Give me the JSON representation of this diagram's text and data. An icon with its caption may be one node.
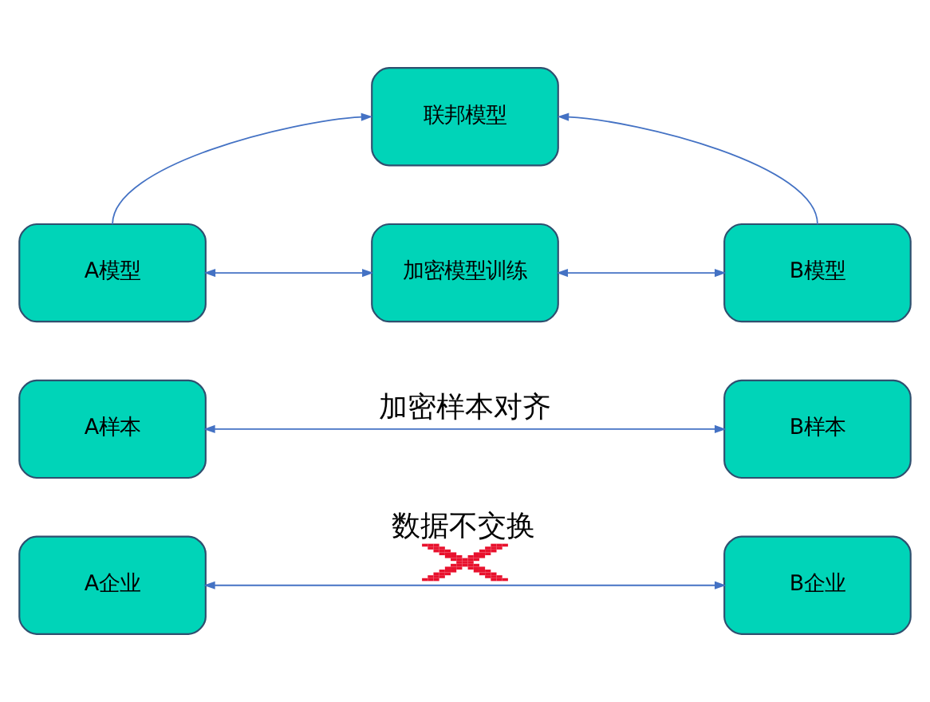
{
  "diagram": {
    "nodes": [
      {
        "text": [
          "联邦模型"
        ]
      },
      {
        "text": [
          "A模型"
        ]
      },
      {
        "text": [
          "加密模型训练"
        ]
      },
      {
        "text": [
          "B模型"
        ]
      },
      {
        "text": [
          "A样本"
        ]
      },
      {
        "text": [
          "B样本"
        ]
      },
      {
        "text": [
          "A企业"
        ]
      },
      {
        "text": [
          "B企业"
        ]
      }
    ],
    "edges": [
      {
        "from": 1,
        "to": 0,
        "arrow": "to"
      },
      {
        "from": 3,
        "to": 0,
        "arrow": "to"
      },
      {
        "from": 1,
        "to": 2,
        "arrow": "both"
      },
      {
        "from": 2,
        "to": 3,
        "arrow": "both"
      },
      {
        "from": 4,
        "to": 5,
        "arrow": "both",
        "label": "加密样本对齐"
      },
      {
        "from": 6,
        "to": 7,
        "arrow": "both",
        "label": "数据不交换"
      }
    ]
  }
}
